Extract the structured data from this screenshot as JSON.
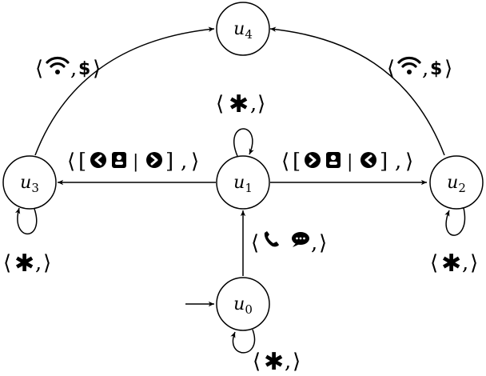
{
  "nodes": [
    {
      "id": "u0",
      "base": "u",
      "sub": "0"
    },
    {
      "id": "u1",
      "base": "u",
      "sub": "1"
    },
    {
      "id": "u2",
      "base": "u",
      "sub": "2"
    },
    {
      "id": "u3",
      "base": "u",
      "sub": "3"
    },
    {
      "id": "u4",
      "base": "u",
      "sub": "4"
    }
  ],
  "edges": [
    {
      "from": "u0",
      "to": "u1",
      "label": "⟨ call, chat ⟩",
      "icons": [
        "phone-icon",
        "chat-bubble-icon"
      ]
    },
    {
      "from": "u1",
      "to": "u2",
      "label": "⟨[ next, contact | prev ], ⟩",
      "icons": [
        "chevron-right-circle-icon",
        "contact-card-icon",
        "chevron-left-circle-icon"
      ]
    },
    {
      "from": "u1",
      "to": "u3",
      "label": "⟨[ prev, contact | next ], ⟩",
      "icons": [
        "chevron-left-circle-icon",
        "contact-card-icon",
        "chevron-right-circle-icon"
      ]
    },
    {
      "from": "u2",
      "to": "u4",
      "label": "⟨ wifi, $ ⟩",
      "icons": [
        "wifi-icon",
        "dollar-icon"
      ]
    },
    {
      "from": "u3",
      "to": "u4",
      "label": "⟨ wifi, $ ⟩",
      "icons": [
        "wifi-icon",
        "dollar-icon"
      ]
    },
    {
      "from": "u0",
      "to": "u0",
      "label": "⟨ ✱, ⟩",
      "icons": [
        "asterisk-icon"
      ]
    },
    {
      "from": "u1",
      "to": "u1",
      "label": "⟨ ✱, ⟩",
      "icons": [
        "asterisk-icon"
      ]
    },
    {
      "from": "u2",
      "to": "u2",
      "label": "⟨ ✱, ⟩",
      "icons": [
        "asterisk-icon"
      ]
    },
    {
      "from": "u3",
      "to": "u3",
      "label": "⟨ ✱, ⟩",
      "icons": [
        "asterisk-icon"
      ]
    }
  ],
  "initial_node": "u0",
  "glyphs": {
    "open": "⟨",
    "close": "⟩",
    "comma": ",",
    "lbracket": "[",
    "rbracket": "]",
    "bar": "|",
    "asterisk": "✱",
    "dollar": "$"
  }
}
